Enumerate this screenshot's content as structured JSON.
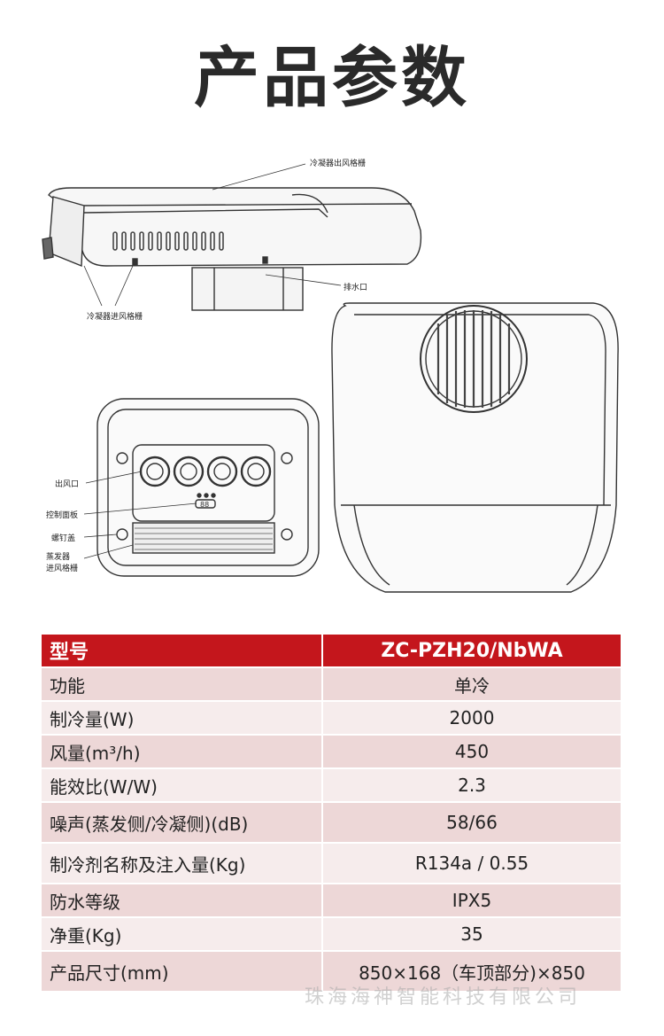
{
  "title": "产品参数",
  "callouts": {
    "condenser_outlet": "冷凝器出风格栅",
    "drain": "排水口",
    "condenser_inlet": "冷凝器进风格栅",
    "air_outlet": "出风口",
    "control_panel": "控制面板",
    "screw_cover": "螺钉盖",
    "evaporator_inlet_line1": "蒸发器",
    "evaporator_inlet_line2": "进风格栅",
    "panel_display": "88"
  },
  "table": {
    "header": {
      "label": "型号",
      "value": "ZC-PZH20/NbWA"
    },
    "rows": [
      {
        "label": "功能",
        "value": "单冷"
      },
      {
        "label": "制冷量(W)",
        "value": "2000"
      },
      {
        "label": "风量(m³/h)",
        "value": "450"
      },
      {
        "label": "能效比(W/W)",
        "value": "2.3"
      },
      {
        "label": "噪声(蒸发侧/冷凝侧)(dB)",
        "value": "58/66"
      },
      {
        "label": "制冷剂名称及注入量(Kg)",
        "value": "R134a / 0.55"
      },
      {
        "label": "防水等级",
        "value": "IPX5"
      },
      {
        "label": "净重(Kg)",
        "value": "35"
      },
      {
        "label": "产品尺寸(mm)",
        "value": "850×168（车顶部分)×850"
      }
    ]
  },
  "watermark": "珠海海神智能科技有限公司",
  "colors": {
    "header_red": "#c4161c",
    "row_dark": "#edd7d7",
    "row_light": "#f6ecec"
  }
}
